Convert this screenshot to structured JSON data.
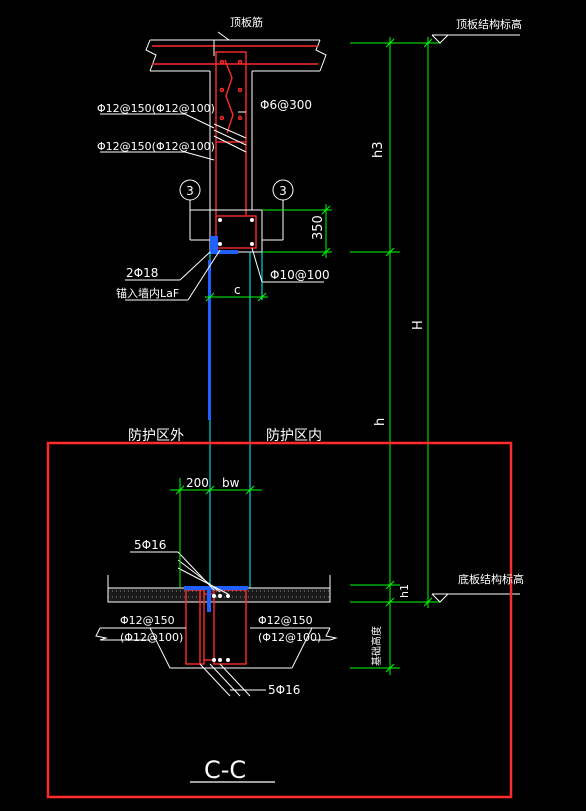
{
  "labels": {
    "top_slab_steel": "顶板筋",
    "top_elev": "顶板结构标高",
    "bar_outer": "Φ12@150(Φ12@100)",
    "bar_inner": "Φ12@150(Φ12@100)",
    "stirrup": "Φ6@300",
    "dim_350": "350",
    "bars_2": "2Φ18",
    "anchor": "锚入墙内LaF",
    "stirrup2": "Φ10@100",
    "c": "c",
    "h3": "h3",
    "H": "H",
    "h": "h",
    "h1": "h1",
    "outside": "防护区外",
    "inside": "防护区内",
    "dim_200": "200",
    "bw": "bw",
    "bars_5_top": "5Φ16",
    "left_bar_1": "Φ12@150",
    "left_bar_2": "(Φ12@100)",
    "right_bar_1": "Φ12@150",
    "right_bar_2": "(Φ12@100)",
    "bars_5_bottom": "5Φ16",
    "bottom_elev": "底板结构标高",
    "found_height": "基础高度",
    "section": "C-C",
    "circle_left": "3",
    "circle_right": "3"
  },
  "colors": {
    "background": "#000000",
    "line_white": "#ffffff",
    "line_cyan": "#00ffff",
    "line_green": "#00ff00",
    "rebar_red": "#ff2a2a",
    "highlight_red": "#ff2a2a",
    "blue": "#2060ff",
    "yellow": "#ffff00"
  }
}
